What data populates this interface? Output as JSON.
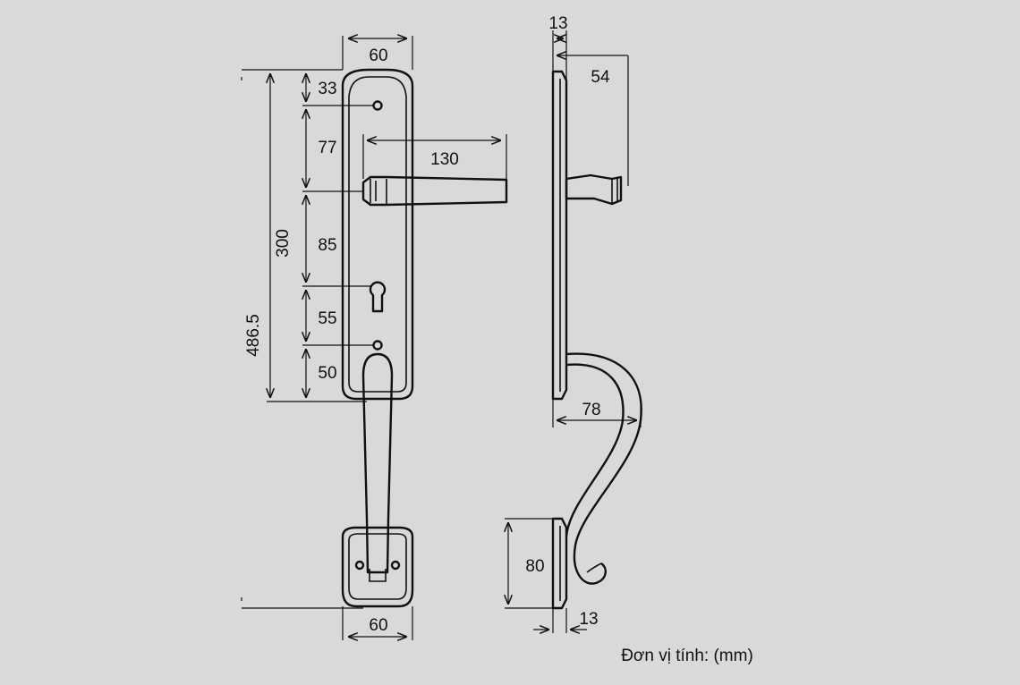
{
  "diagram": {
    "front_view": {
      "top_width": "60",
      "bottom_width": "60",
      "lever_length": "130",
      "segments": [
        "33",
        "77",
        "85",
        "55",
        "50"
      ],
      "plate_height": "300",
      "total_height": "486.5"
    },
    "side_view": {
      "plate_thickness_top": "13",
      "lever_projection": "54",
      "handle_projection": "78",
      "base_height": "80",
      "base_thickness": "13"
    },
    "unit_note": "Đơn vị tính: (mm)"
  }
}
